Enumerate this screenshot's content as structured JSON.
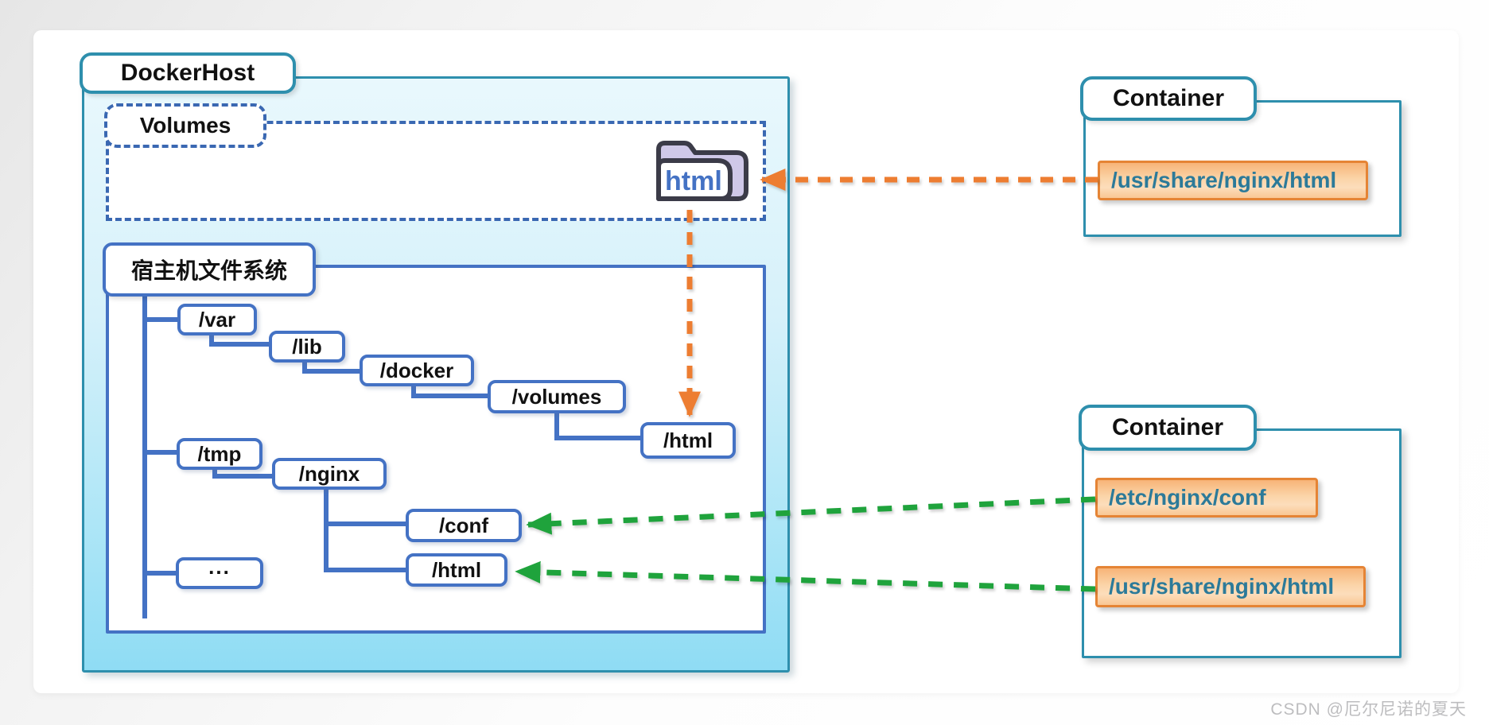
{
  "docker_host": {
    "label": "DockerHost",
    "volumes_panel": {
      "label": "Volumes",
      "volume_folder": "html"
    },
    "filesystem_panel": {
      "label": "宿主机文件系统",
      "nodes": [
        {
          "label": "/var"
        },
        {
          "label": "/lib"
        },
        {
          "label": "/docker"
        },
        {
          "label": "/volumes"
        },
        {
          "label": "/html"
        },
        {
          "label": "/tmp"
        },
        {
          "label": "/nginx"
        },
        {
          "label": "/conf"
        },
        {
          "label": "/html"
        },
        {
          "label": "..."
        }
      ]
    }
  },
  "containers": [
    {
      "label": "Container",
      "mounts": [
        {
          "path": "/usr/share/nginx/html"
        }
      ]
    },
    {
      "label": "Container",
      "mounts": [
        {
          "path": "/etc/nginx/conf"
        },
        {
          "path": "/usr/share/nginx/html"
        }
      ]
    }
  ],
  "watermark": "CSDN @厄尔尼诺的夏天",
  "colors": {
    "host_border_teal": "#2E8FAD",
    "tree_blue": "#4472C4",
    "volumes_dashed_blue": "#3A68B2",
    "arrow_orange": "#ED7D31",
    "arrow_green": "#1FA33C",
    "mount_box_border": "#E58435",
    "mount_text_teal": "#2C7A99",
    "folder_label_blue": "#4472C4"
  }
}
